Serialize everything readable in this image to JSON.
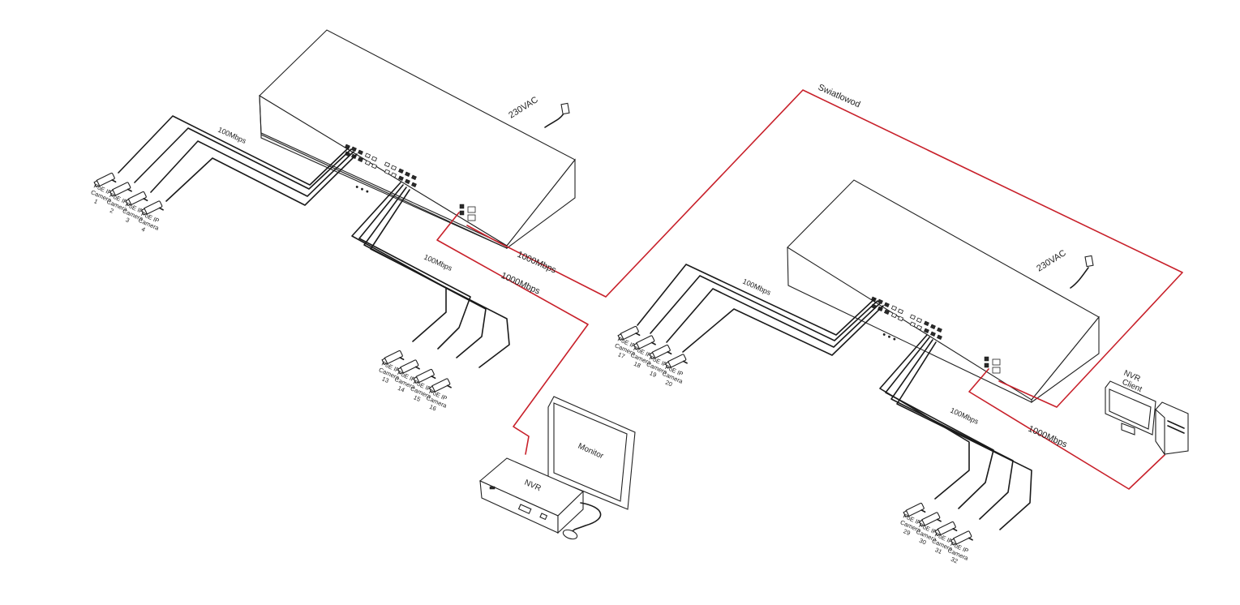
{
  "switches": [
    {
      "id": "switch-1",
      "power_label": "230VAC"
    },
    {
      "id": "switch-2",
      "power_label": "230VAC"
    }
  ],
  "fiber_label": "Swiatlowod",
  "links": {
    "s1_group_a": "100Mbps",
    "s1_group_b": "100Mbps",
    "s1_uplink": "1000Mbps",
    "s1_nvr": "1000Mbps",
    "s2_group_a": "100Mbps",
    "s2_group_b": "100Mbps",
    "s2_client": "1000Mbps"
  },
  "ellipsis": "• • •",
  "camera_line1": "PoE IP",
  "camera_line2": "Camera",
  "camera_groups": [
    {
      "id": "g1",
      "numbers": [
        "1",
        "2",
        "3",
        "4"
      ]
    },
    {
      "id": "g2",
      "numbers": [
        "13",
        "14",
        "15",
        "16"
      ]
    },
    {
      "id": "g3",
      "numbers": [
        "17",
        "18",
        "19",
        "20"
      ]
    },
    {
      "id": "g4",
      "numbers": [
        "29",
        "30",
        "31",
        "32"
      ]
    }
  ],
  "devices": {
    "monitor": "Monitor",
    "nvr": "NVR",
    "nvr_client_line1": "NVR",
    "nvr_client_line2": "Client"
  },
  "colors": {
    "copper": "#1a1a1a",
    "fiber": "#c8202a"
  }
}
